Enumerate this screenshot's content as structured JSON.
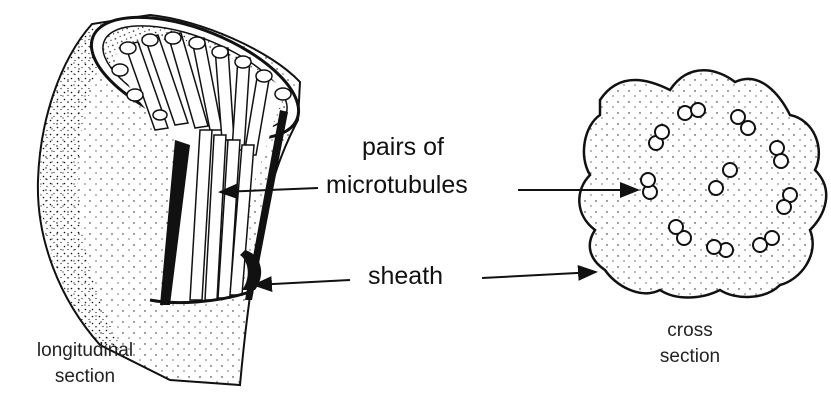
{
  "labels": {
    "pairs_line1": "pairs of",
    "pairs_line2": "microtubules",
    "sheath": "sheath",
    "longitudinal_line1": "longitudinal",
    "longitudinal_line2": "section",
    "cross_line1": "cross",
    "cross_line2": "section"
  },
  "colors": {
    "ink": "#111111",
    "background": "#ffffff"
  }
}
